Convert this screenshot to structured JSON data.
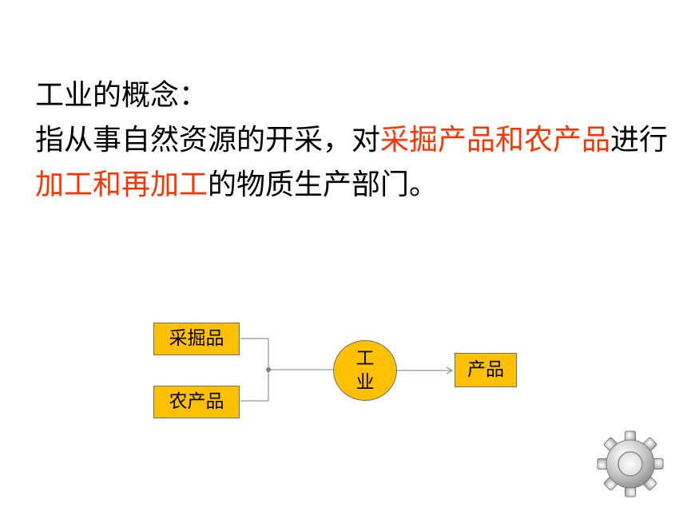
{
  "heading": {
    "line1": "工业的概念：",
    "def_part1": "指从事自然资源的开采，对",
    "def_hl1": "采掘产品和农产品",
    "def_part2": "进行",
    "def_hl2": "加工和再加工",
    "def_part3": "的物质生产部门。"
  },
  "diagram": {
    "input1": "采掘品",
    "input2": "农产品",
    "center_char1": "工",
    "center_char2": "业",
    "output": "产品"
  },
  "colors": {
    "highlight": "#ff3300",
    "box_fill": "#ffc000",
    "connector": "#999999"
  },
  "icons": {
    "corner": "gear-icon"
  }
}
